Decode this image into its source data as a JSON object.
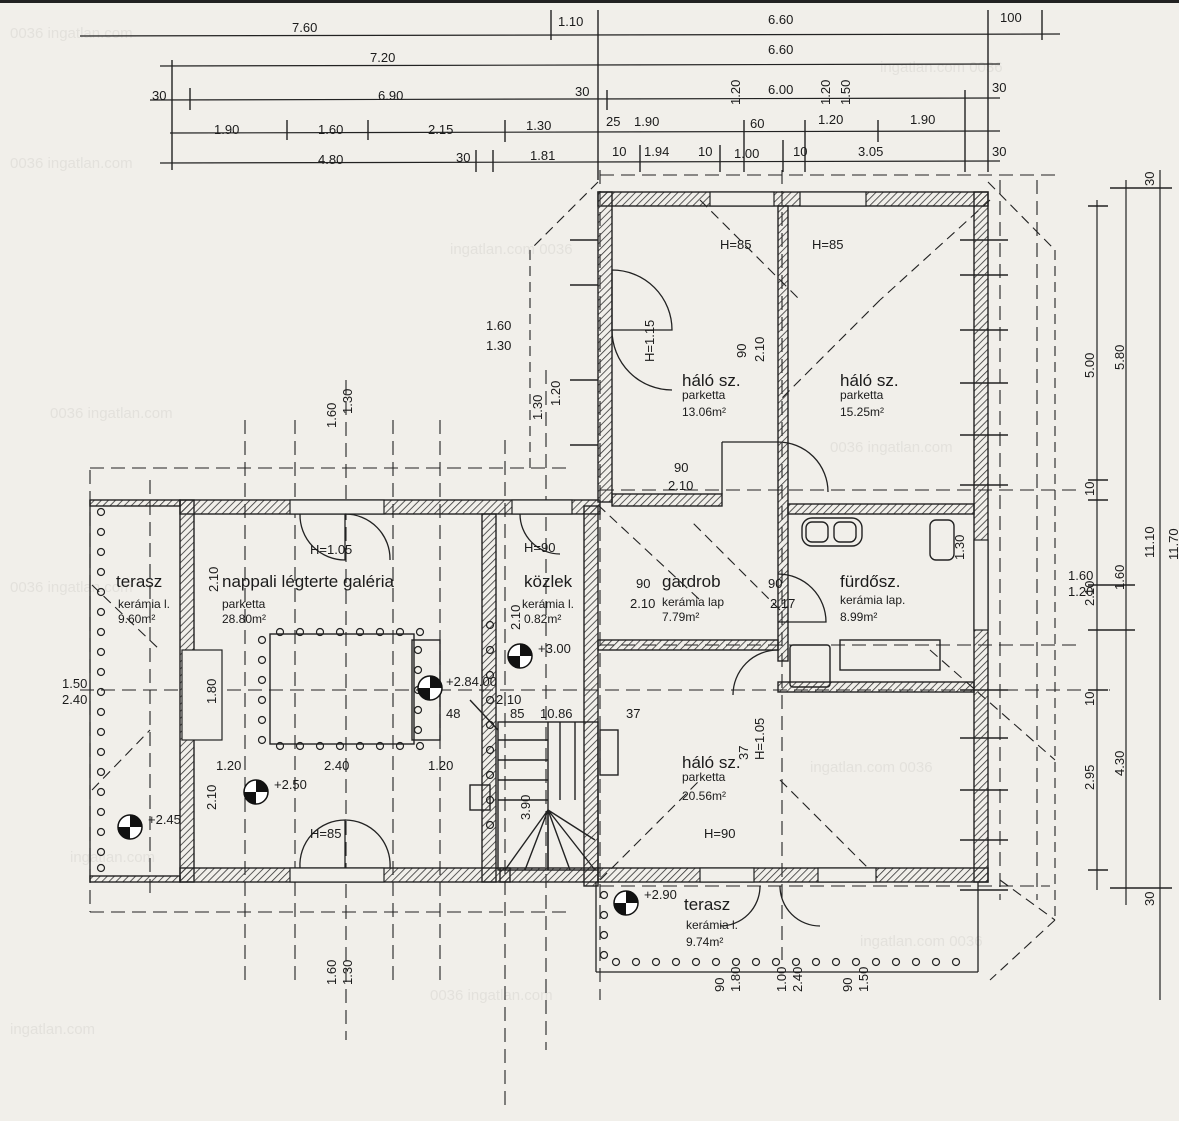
{
  "dimensions": {
    "top_row1": [
      "7.60",
      "1.10",
      "6.60",
      "100"
    ],
    "top_row2": [
      "7.20",
      "6.60"
    ],
    "top_row3": [
      "30",
      "6.90",
      "30",
      "1.20",
      "6.00",
      "1.20",
      "1.50",
      "30"
    ],
    "top_row4": [
      "1.90",
      "1.60",
      "2.15",
      "1.30",
      "25",
      "1.90",
      "60",
      "1.20",
      "1.90"
    ],
    "top_row5": [
      "4.80",
      "30",
      "1.81",
      "10",
      "1.94",
      "10",
      "1.00",
      "10",
      "3.05",
      "30"
    ],
    "right_column": [
      "30",
      "5.00",
      "5.80",
      "10",
      "11.10",
      "11.70",
      "1.60",
      "2.10",
      "1.60",
      "1.20",
      "10",
      "4.30",
      "2.95",
      "30"
    ],
    "left_side": [
      "1.50",
      "2.40",
      "1.60",
      "1.30"
    ],
    "interior": [
      "1.60",
      "1.30",
      "1.60",
      "1.30",
      "1.30",
      "1.20",
      "H=1.15",
      "90",
      "2.10",
      "90",
      "2.10",
      "2.10",
      "1.80",
      "1.20",
      "2.40",
      "1.20",
      "2.10",
      "48",
      "85",
      "10.86",
      "37",
      "2.10",
      "90",
      "2.10",
      "90",
      "2.17",
      "3.90",
      "2.10",
      "H=1.05",
      "H=1.05",
      "H=85",
      "H=85",
      "H=85",
      "H=90",
      "H=90"
    ],
    "bottom": [
      "1.60",
      "1.30",
      "90",
      "1.80",
      "1.00",
      "2.40",
      "90",
      "1.50"
    ]
  },
  "levels": [
    "+2.84.00",
    "+3.00",
    "+2.50",
    "+2.45",
    "+2.90"
  ],
  "rooms": [
    {
      "name": "terasz",
      "floor": "kerámia l.",
      "area": "9.60m²"
    },
    {
      "name": "nappali légterte galéria",
      "floor": "parketta",
      "area": "28.80m²"
    },
    {
      "name": "közlek",
      "floor": "kerámia l.",
      "area": "0.82m²"
    },
    {
      "name": "gardrob",
      "floor": "kerámia lap",
      "area": "7.79m²"
    },
    {
      "name": "fürdősz.",
      "floor": "kerámia lap.",
      "area": "8.99m²"
    },
    {
      "name": "háló sz.",
      "floor": "parketta",
      "area": "13.06m²"
    },
    {
      "name": "háló sz.",
      "floor": "parketta",
      "area": "15.25m²"
    },
    {
      "name": "háló sz.",
      "floor": "parketta",
      "area": "20.56m²"
    },
    {
      "name": "terasz",
      "floor": "kerámia l.",
      "area": "9.74m²"
    }
  ],
  "watermarks": [
    "0036 ingatlan.com",
    "ingatlan.com 0036",
    "ingatlan.com"
  ]
}
